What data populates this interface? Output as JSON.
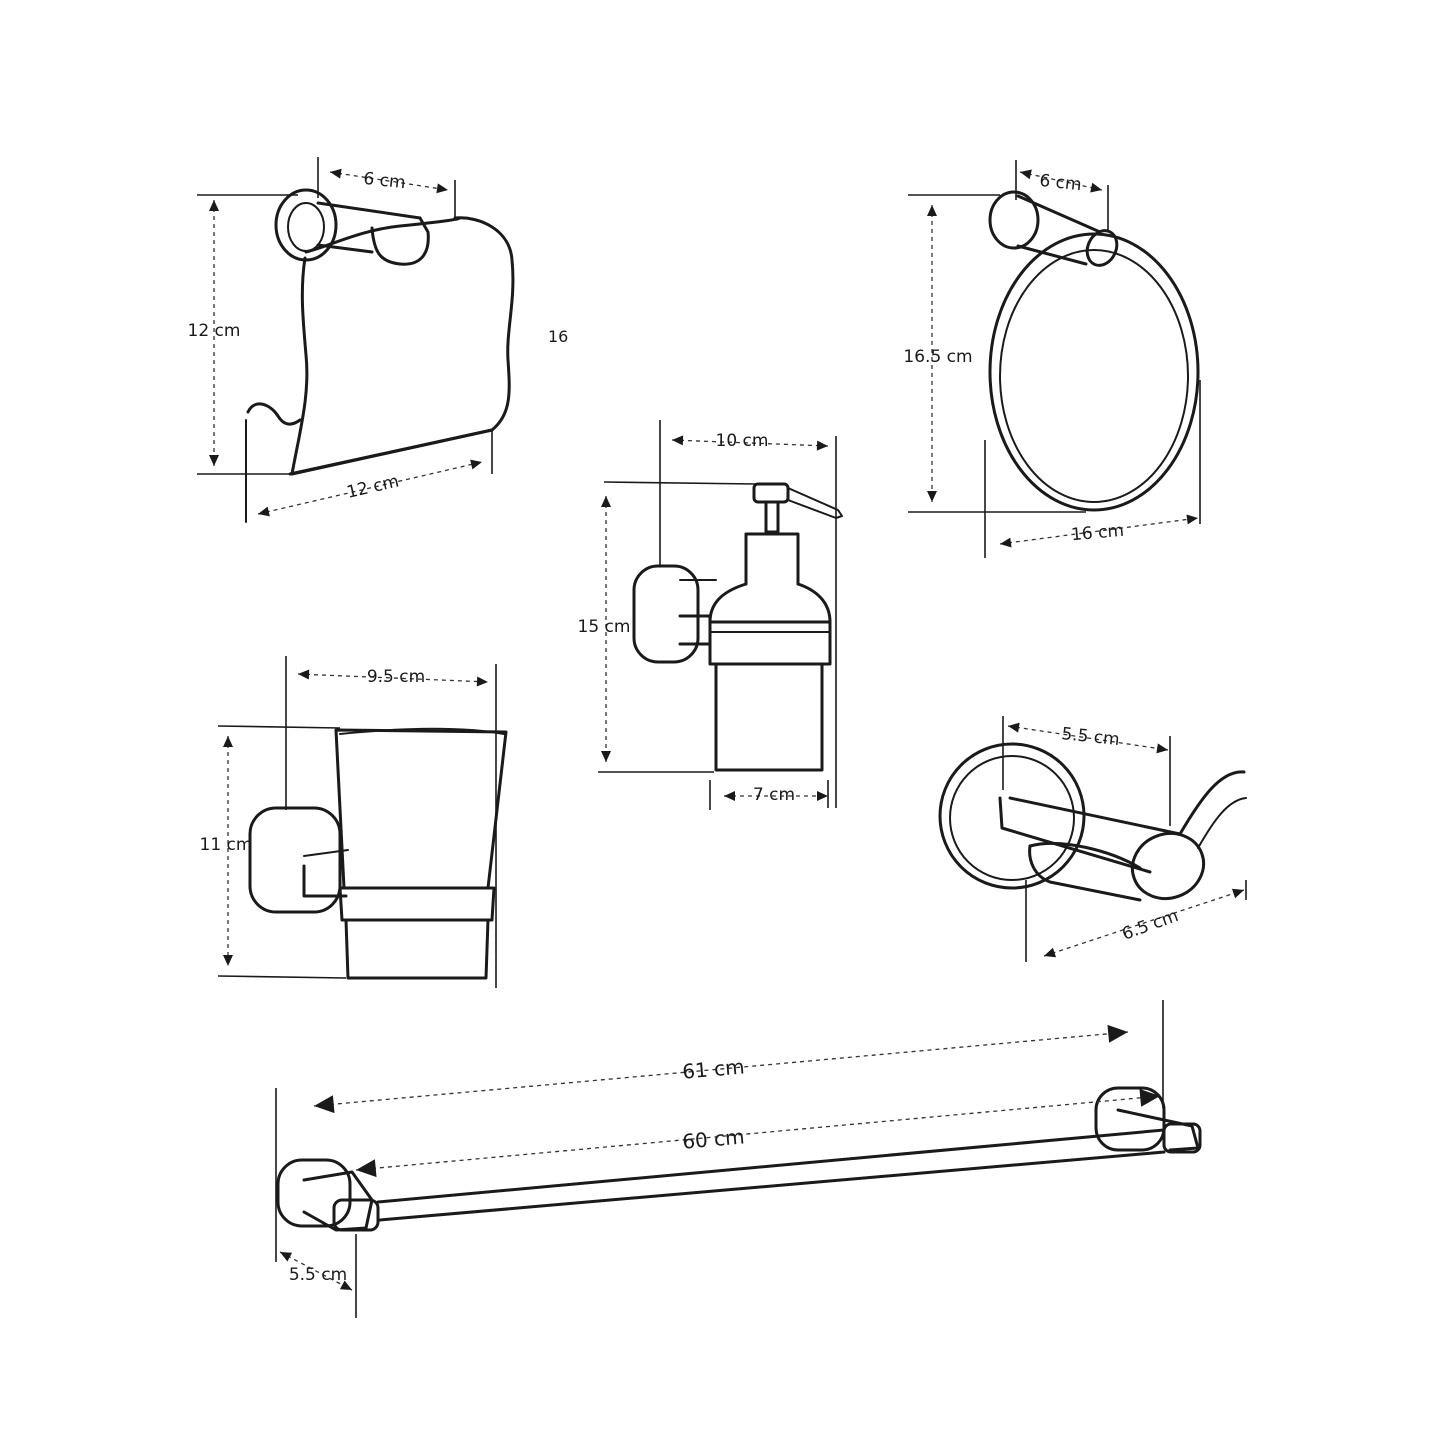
{
  "diagram": {
    "stroke_color": "#1a1a1a",
    "background": "#ffffff",
    "products": [
      {
        "name": "toilet-paper-holder",
        "labels": {
          "width": "6 cm",
          "height": "12 cm",
          "depth": "12 cm"
        },
        "clipped_label": "16"
      },
      {
        "name": "towel-ring",
        "labels": {
          "width": "6 cm",
          "height": "16.5 cm",
          "depth": "16 cm"
        }
      },
      {
        "name": "soap-dispenser",
        "labels": {
          "width": "10 cm",
          "height": "15 cm",
          "depth": "7 cm"
        }
      },
      {
        "name": "tumbler-holder",
        "labels": {
          "width": "9.5 cm",
          "height": "11 cm"
        }
      },
      {
        "name": "robe-hook",
        "labels": {
          "width": "5.5 cm",
          "depth": "6.5 cm"
        }
      },
      {
        "name": "towel-bar",
        "labels": {
          "overall": "61 cm",
          "bar": "60 cm",
          "bracket": "5.5 cm"
        }
      }
    ]
  }
}
